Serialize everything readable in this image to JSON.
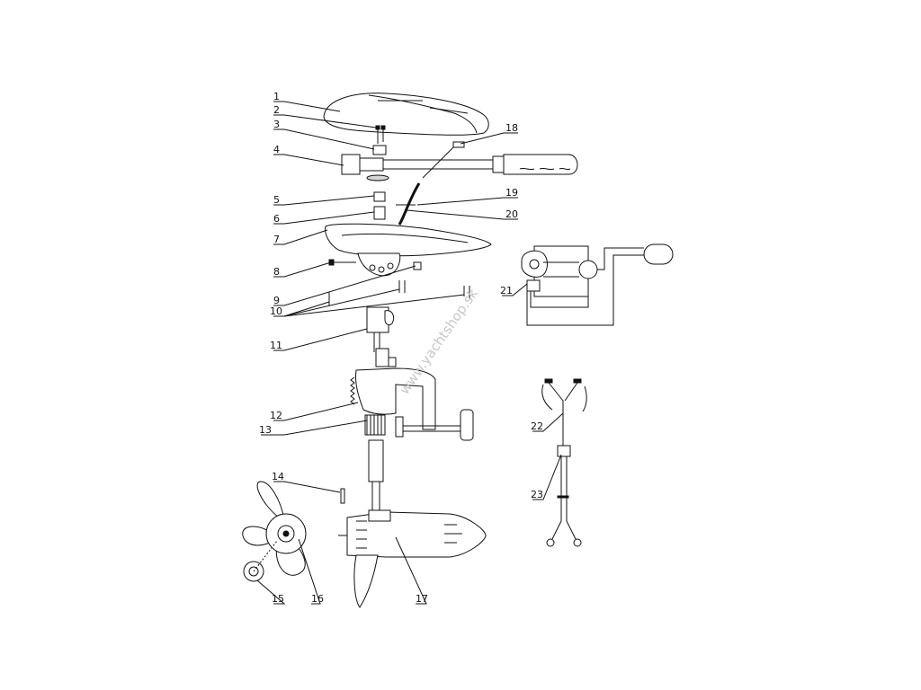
{
  "watermark": "www.yachtshop.sk",
  "callouts": [
    "1",
    "2",
    "3",
    "4",
    "5",
    "6",
    "7",
    "8",
    "9",
    "10",
    "11",
    "12",
    "13",
    "14",
    "15",
    "16",
    "17",
    "18",
    "19",
    "20",
    "21",
    "22",
    "23"
  ]
}
